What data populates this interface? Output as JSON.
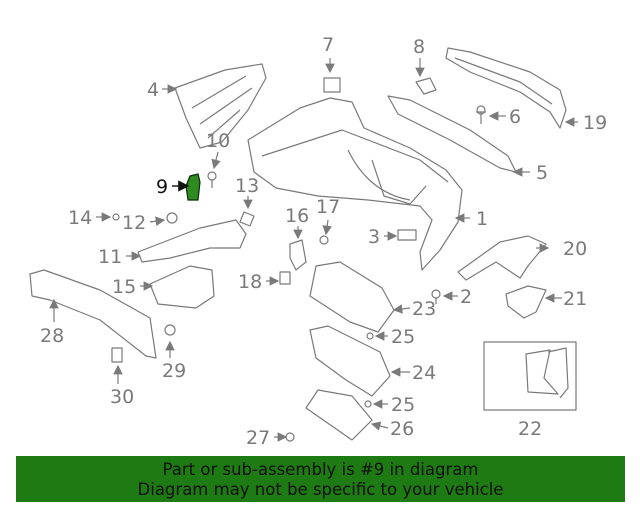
{
  "callouts": [
    "1",
    "2",
    "3",
    "4",
    "5",
    "6",
    "7",
    "8",
    "9",
    "10",
    "11",
    "12",
    "13",
    "14",
    "15",
    "16",
    "17",
    "18",
    "19",
    "20",
    "21",
    "22",
    "23",
    "24",
    "25",
    "25",
    "26",
    "27",
    "28",
    "29",
    "30"
  ],
  "highlighted_callout": "9",
  "colors": {
    "highlight_part": "#2e8b1f",
    "footer_bg": "#1e7a12",
    "line": "#7a7a7a"
  },
  "footer": {
    "line1": "Part or sub-assembly is #9 in diagram",
    "line2": "Diagram may not be specific to your vehicle"
  }
}
